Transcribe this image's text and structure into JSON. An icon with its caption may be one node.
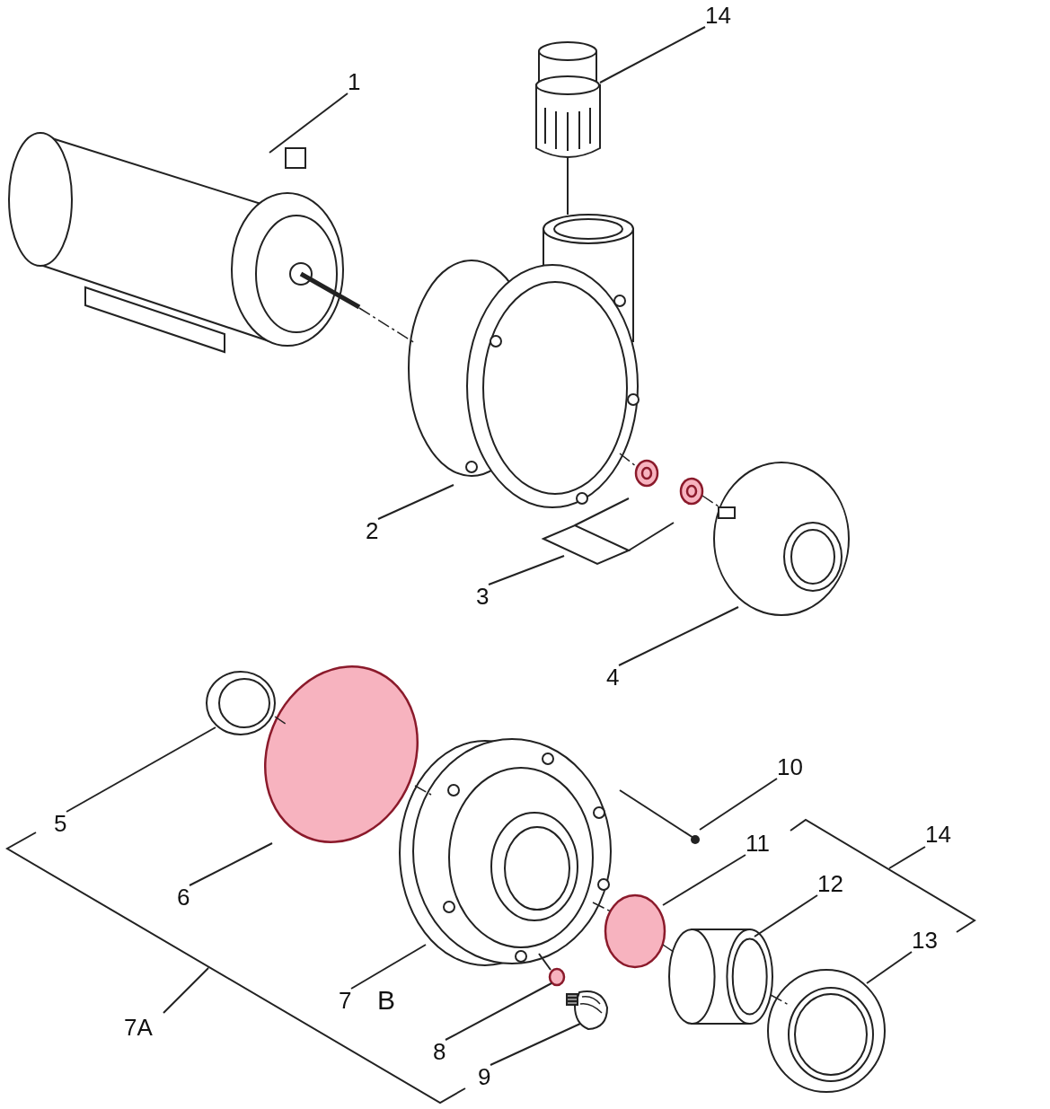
{
  "diagram": {
    "nodes": [
      {
        "text": [
          "14"
        ]
      },
      {
        "text": [
          "1"
        ]
      },
      {
        "text": [
          "2"
        ]
      },
      {
        "text": [
          "3"
        ]
      },
      {
        "text": [
          "4"
        ]
      },
      {
        "text": [
          "5"
        ]
      },
      {
        "text": [
          "6"
        ]
      },
      {
        "text": [
          "10"
        ]
      },
      {
        "text": [
          "11"
        ]
      },
      {
        "text": [
          "12"
        ]
      },
      {
        "text": [
          "13"
        ]
      },
      {
        "text": [
          "7"
        ]
      },
      {
        "text": [
          "8"
        ]
      },
      {
        "text": [
          "9"
        ]
      },
      {
        "text": [],
        "shape": "picture"
      },
      {
        "text": [],
        "shape": "picture"
      },
      {
        "text": [],
        "shape": "picture"
      },
      {
        "text": [],
        "shape": "picture"
      },
      {
        "text": [],
        "shape": "picture"
      },
      {
        "text": [],
        "shape": "picture"
      },
      {
        "text": [],
        "shape": "circle"
      },
      {
        "text": [],
        "shape": "picture"
      },
      {
        "text": [],
        "shape": "circle"
      },
      {
        "text": [],
        "shape": "cylinder"
      },
      {
        "text": [],
        "shape": "picture"
      },
      {
        "text": [],
        "shape": "picture"
      },
      {
        "text": [],
        "shape": "circle"
      },
      {
        "text": [],
        "shape": "picture"
      }
    ],
    "edges": [
      {
        "from": 0,
        "to": 14,
        "arrow": "none"
      },
      {
        "from": 1,
        "to": 15,
        "arrow": "none"
      },
      {
        "from": 2,
        "to": 16,
        "arrow": "none"
      },
      {
        "from": 3,
        "to": 17,
        "arrow": "none"
      },
      {
        "from": 4,
        "to": 18,
        "arrow": "none"
      },
      {
        "from": 5,
        "to": 19,
        "arrow": "none"
      },
      {
        "from": 6,
        "to": 20,
        "arrow": "none"
      },
      {
        "from": 7,
        "to": 21,
        "arrow": "none"
      },
      {
        "from": 8,
        "to": 22,
        "arrow": "none"
      },
      {
        "from": 9,
        "to": 23,
        "arrow": "none"
      },
      {
        "from": 10,
        "to": 24,
        "arrow": "none"
      },
      {
        "from": 11,
        "to": 25,
        "arrow": "none"
      },
      {
        "from": 12,
        "to": 26,
        "arrow": "none"
      },
      {
        "from": 13,
        "to": 27,
        "arrow": "none"
      },
      {
        "from": 15,
        "to": 16,
        "arrow": "none",
        "style": "dashed"
      },
      {
        "from": 14,
        "to": 16,
        "arrow": "none"
      },
      {
        "from": 16,
        "to": 17,
        "arrow": "none",
        "style": "dashed"
      },
      {
        "from": 17,
        "to": 18,
        "arrow": "none",
        "style": "dashed"
      },
      {
        "from": 19,
        "to": 20,
        "arrow": "none",
        "style": "dashed"
      },
      {
        "from": 20,
        "to": 25,
        "arrow": "none",
        "style": "dashed"
      },
      {
        "from": 25,
        "to": 22,
        "arrow": "none",
        "style": "dashed"
      },
      {
        "from": 22,
        "to": 23,
        "arrow": "none",
        "style": "dashed"
      },
      {
        "from": 23,
        "to": 24,
        "arrow": "none",
        "style": "dashed"
      },
      {
        "from": 25,
        "to": 26,
        "arrow": "none"
      }
    ],
    "labels": [
      "14",
      "B",
      "7A"
    ]
  }
}
